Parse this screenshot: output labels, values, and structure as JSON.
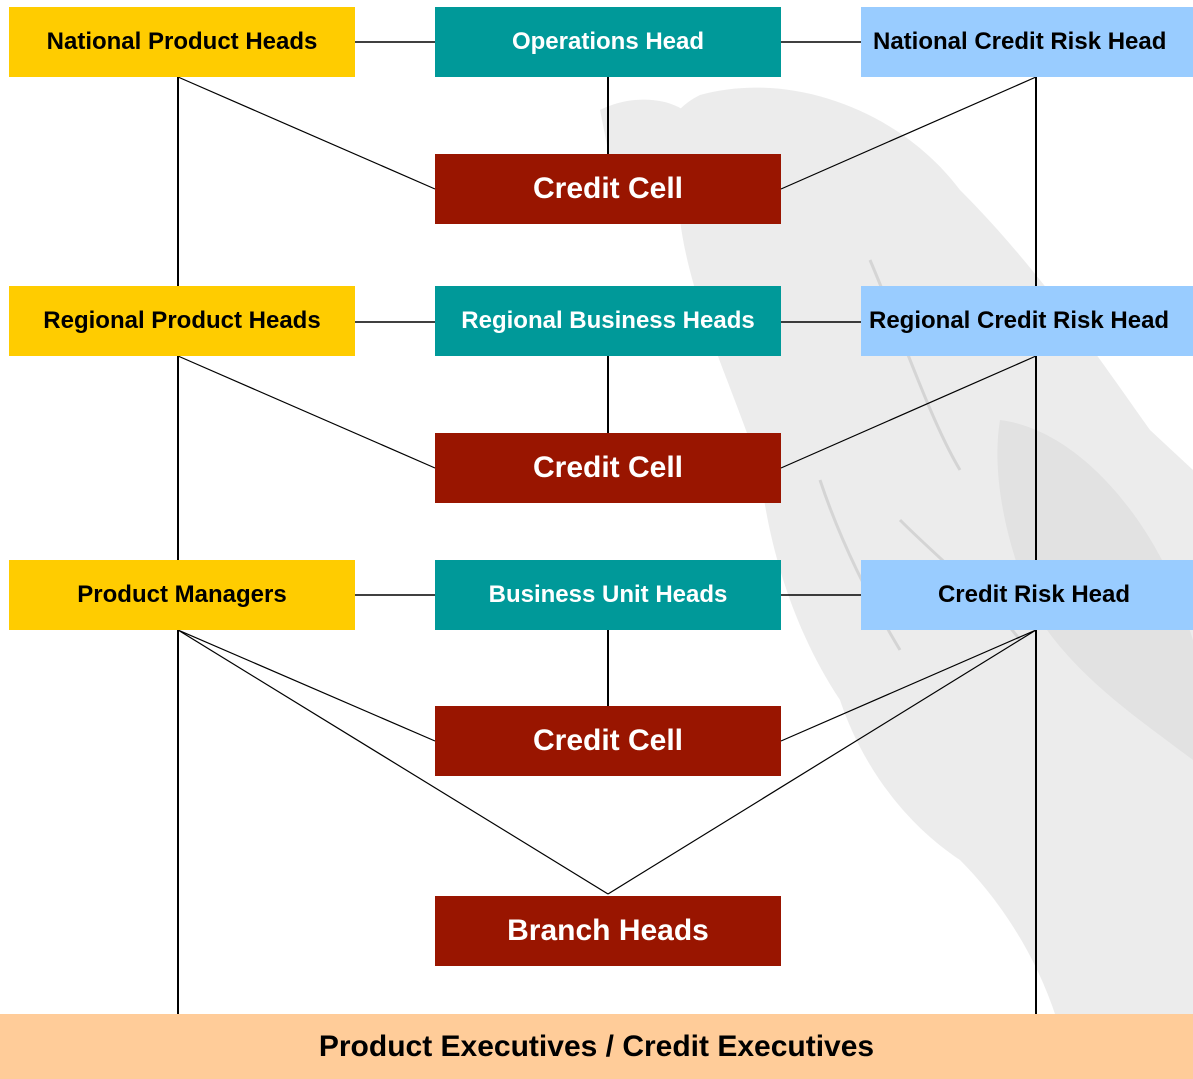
{
  "colors": {
    "product": "#ffcc00",
    "business": "#009999",
    "risk": "#99ccff",
    "credit_cell": "#991500",
    "executives": "#ffcc99",
    "connector": "#000000"
  },
  "level1": {
    "product": "National Product Heads",
    "business": "Operations Head",
    "risk": "National Credit Risk Head",
    "cell": "Credit Cell"
  },
  "level2": {
    "product": "Regional Product Heads",
    "business": "Regional Business Heads",
    "risk": "Regional Credit Risk Head",
    "cell": "Credit Cell"
  },
  "level3": {
    "product": "Product Managers",
    "business": "Business Unit Heads",
    "risk": "Credit Risk Head",
    "cell": "Credit Cell"
  },
  "branch": "Branch Heads",
  "executives": "Product Executives / Credit Executives"
}
